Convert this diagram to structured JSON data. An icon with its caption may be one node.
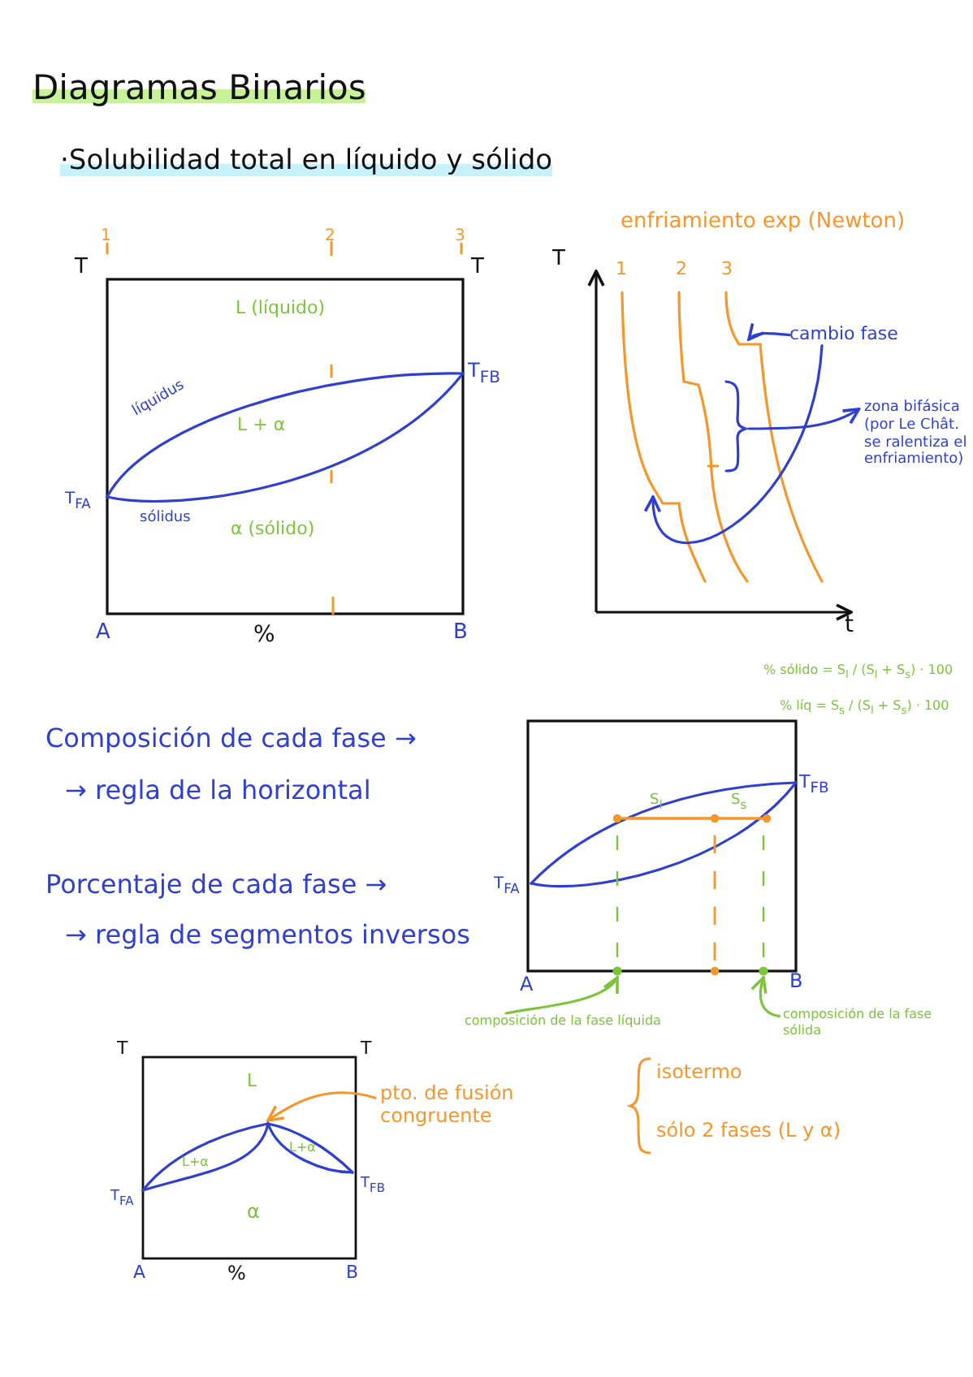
{
  "diagram": {
    "title": "Diagramas Binarios",
    "nodes": [
      {
        "text": [],
        "shape": "curve"
      },
      {
        "text": [],
        "shape": "curve"
      },
      {
        "text": [],
        "shape": "curve"
      },
      {
        "text": [],
        "shape": "brace"
      },
      {
        "text": [
          "cambio fase"
        ]
      },
      {
        "text": [
          "zona bifásica",
          "(por Le Chât. se ralentiza el enfriamiento)"
        ]
      },
      {
        "text": [],
        "shape": "dot"
      },
      {
        "text": [],
        "shape": "dot"
      },
      {
        "text": [
          "composición de la fase líquida"
        ]
      },
      {
        "text": [
          "composición de la fase sólida"
        ]
      },
      {
        "text": [],
        "shape": "curve"
      },
      {
        "text": [
          "pto. de fusión congruente"
        ]
      }
    ],
    "edges": [
      {
        "from": 4,
        "to": 2,
        "arrow": "to"
      },
      {
        "from": 4,
        "to": 0,
        "arrow": "to"
      },
      {
        "from": 3,
        "to": 5,
        "arrow": "to"
      },
      {
        "from": 8,
        "to": 6,
        "arrow": "to",
        "color": "#7cc43a"
      },
      {
        "from": 9,
        "to": 7,
        "arrow": "to",
        "color": "#7cc43a"
      },
      {
        "from": 11,
        "to": 10,
        "arrow": "to",
        "color": "#f5962a"
      }
    ],
    "labels": [
      "·Solubilidad total en líquido y sólido",
      "1",
      "2",
      "3",
      "T",
      "T",
      "L (líquido)",
      "T$_{FB}$",
      "líquidus",
      "L + α",
      "T$_{FA}$",
      "sólidus",
      "α (sólido)",
      "A",
      "%",
      "B",
      "enfriamiento exp (Newton)",
      "T",
      "1",
      "2",
      "3",
      "t",
      "Composición de cada fase →",
      "→ regla de la horizontal",
      "Porcentaje de cada fase →",
      "→ regla de segmentos inversos",
      "% sólido = S$_{l}$ / (S$_{l}$ + S$_{s}$) · 100",
      "% líq = S$_{s}$ / (S$_{l}$ + S$_{s}$) · 100",
      "S$_{l}$",
      "S$_{s}$",
      "T$_{FB}$",
      "T$_{FA}$",
      "A",
      "B",
      "T",
      "T",
      "L",
      "L+α",
      "L+α",
      "T$_{FA}$",
      "T$_{FB}$",
      "α",
      "A",
      "%",
      "B",
      "isotermo",
      "sólo 2 fases (L y α)"
    ]
  }
}
